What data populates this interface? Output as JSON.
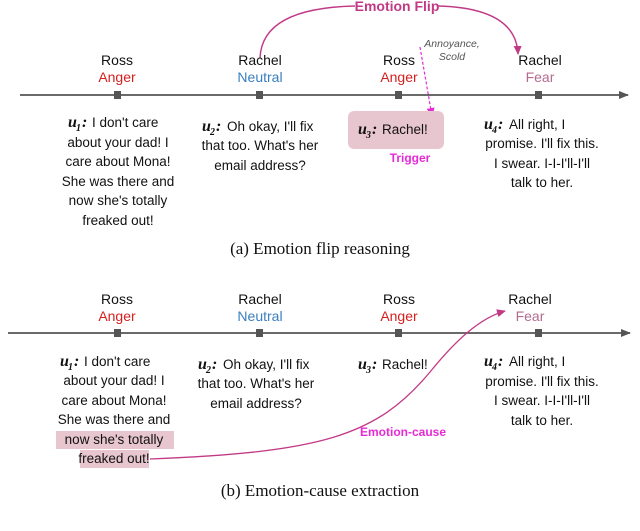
{
  "colors": {
    "anger": "#d41f1f",
    "neutral": "#3a7fc1",
    "fear": "#b36b8f",
    "flip": "#c23a86",
    "magenta": "#e62ad6",
    "highlight": "#e8c6cf",
    "axis": "#555555"
  },
  "panel_a": {
    "caption": "(a) Emotion flip reasoning",
    "emotion_flip_label": "Emotion Flip",
    "flip_note_line1": "Annoyance,",
    "flip_note_line2": "Scold",
    "trigger_label": "Trigger",
    "utterances": [
      {
        "speaker": "Ross",
        "emotion": "Anger",
        "label": "u",
        "index": "1",
        "lines": [
          "I don't care",
          "about your dad! I",
          "care about Mona!",
          "She was there and",
          "now she's totally",
          "freaked out!"
        ]
      },
      {
        "speaker": "Rachel",
        "emotion": "Neutral",
        "label": "u",
        "index": "2",
        "lines": [
          "Oh okay, I'll fix",
          "that too. What's her",
          "email address?"
        ]
      },
      {
        "speaker": "Ross",
        "emotion": "Anger",
        "label": "u",
        "index": "3",
        "lines": [
          "Rachel!"
        ]
      },
      {
        "speaker": "Rachel",
        "emotion": "Fear",
        "label": "u",
        "index": "4",
        "lines": [
          "All right, I",
          "promise. I'll fix this.",
          "I swear. I-I-I'll-I'll",
          "talk to her."
        ]
      }
    ]
  },
  "panel_b": {
    "caption": "(b) Emotion-cause extraction",
    "emotion_cause_label": "Emotion-cause",
    "utterances": [
      {
        "speaker": "Ross",
        "emotion": "Anger",
        "label": "u",
        "index": "1",
        "lines": [
          "I don't care",
          "about your dad! I",
          "care about Mona!",
          "She was there and",
          "now she's totally",
          "freaked out!"
        ]
      },
      {
        "speaker": "Rachel",
        "emotion": "Neutral",
        "label": "u",
        "index": "2",
        "lines": [
          "Oh okay, I'll fix",
          "that too. What's her",
          "email address?"
        ]
      },
      {
        "speaker": "Ross",
        "emotion": "Anger",
        "label": "u",
        "index": "3",
        "lines": [
          "Rachel!"
        ]
      },
      {
        "speaker": "Rachel",
        "emotion": "Fear",
        "label": "u",
        "index": "4",
        "lines": [
          "All right, I",
          "promise. I'll fix this.",
          "I swear. I-I-I'll-I'll",
          "talk to her."
        ]
      }
    ]
  }
}
